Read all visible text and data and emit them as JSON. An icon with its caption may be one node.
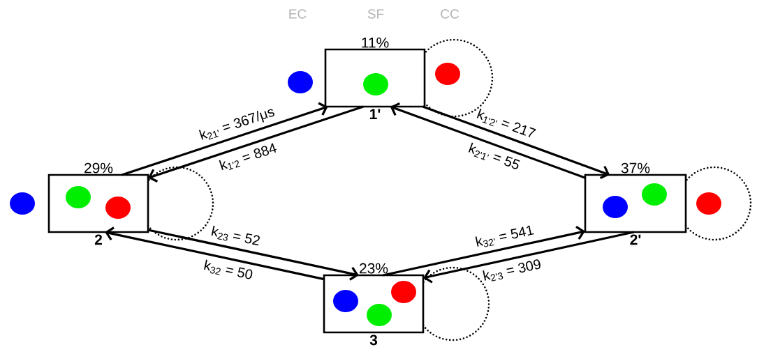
{
  "diagram": {
    "nodes": [
      {
        "text": [
          "11%",
          "1'"
        ]
      },
      {
        "text": [
          "29%",
          "2"
        ]
      },
      {
        "text": [
          "37%",
          "2'"
        ]
      },
      {
        "text": [
          "23%",
          "3"
        ]
      }
    ],
    "edges": [
      {
        "from": 1,
        "to": 0,
        "arrow": "to",
        "label": "k$_{21'}$ = 367/μs"
      },
      {
        "from": 0,
        "to": 1,
        "arrow": "to",
        "label": "k$_{1'2}$ = 884"
      },
      {
        "from": 0,
        "to": 2,
        "arrow": "to",
        "label": "k$_{1'2'}$ = 217"
      },
      {
        "from": 2,
        "to": 0,
        "arrow": "to",
        "label": "k$_{2'1'}$ = 55"
      },
      {
        "from": 1,
        "to": 3,
        "arrow": "to",
        "label": "k$_{23}$ = 52"
      },
      {
        "from": 3,
        "to": 1,
        "arrow": "to",
        "label": "k$_{32}$ = 50"
      },
      {
        "from": 3,
        "to": 2,
        "arrow": "to",
        "label": "k$_{32'}$ = 541"
      },
      {
        "from": 2,
        "to": 3,
        "arrow": "to",
        "label": "k$_{2'3}$ = 309"
      }
    ],
    "labels": [
      "EC",
      "SF",
      "CC"
    ]
  }
}
